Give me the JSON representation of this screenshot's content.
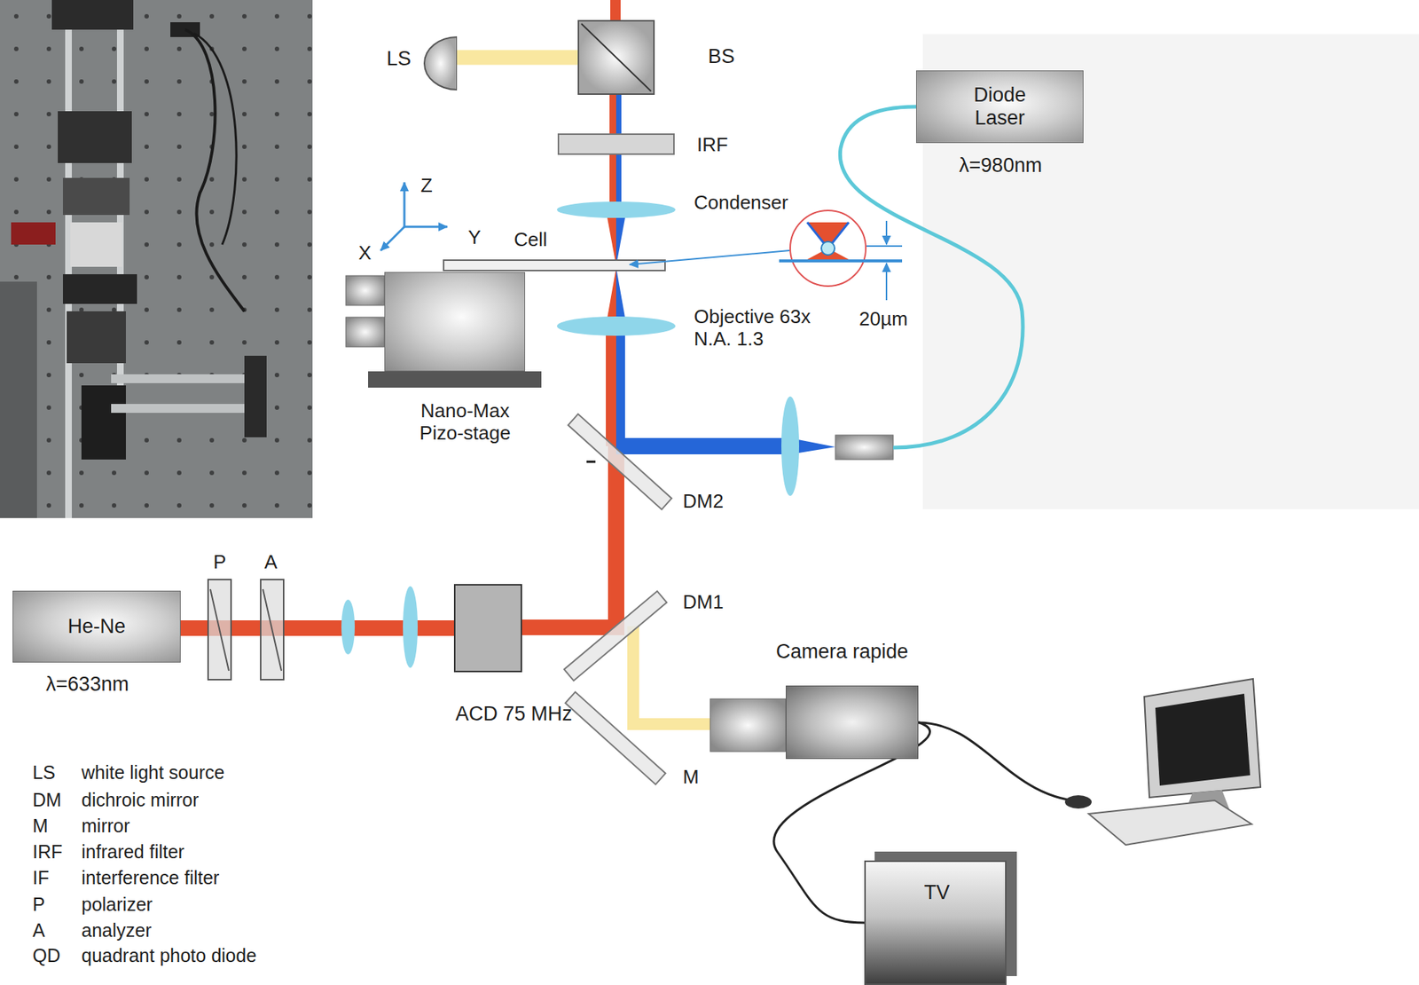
{
  "diagram": {
    "nodes": [
      {
        "text": [
          "LS"
        ]
      },
      {
        "text": [
          "BS"
        ]
      },
      {
        "text": [
          "Diode Laser",
          "λ=980nm"
        ]
      },
      {
        "text": [
          "Nano-Max Pizo-stage"
        ]
      },
      {
        "text": [
          "He-Ne",
          "λ=633nm"
        ]
      },
      {
        "text": [
          "ACD 75 MHz"
        ]
      },
      {
        "text": [
          "Camera rapide"
        ]
      },
      {
        "text": [
          "TV"
        ]
      }
    ],
    "edges": [
      {
        "from": 0,
        "to": 1,
        "arrow": "none"
      },
      {
        "from": 4,
        "to": 5,
        "arrow": "none"
      },
      {
        "from": 6,
        "to": 7,
        "arrow": "none"
      }
    ],
    "labels": [
      "IRF",
      "Condenser",
      "Z",
      "Y",
      "X",
      "Cell",
      "20µm",
      "Objective 63x N.A. 1.3",
      "DM2",
      "P",
      "A",
      "DM1",
      "M",
      "LS",
      "white light source",
      "DM",
      "dichroic mirror",
      "M",
      "mirror",
      "IRF",
      "infrared filter",
      "IF",
      "interference filter",
      "P",
      "polarizer",
      "A",
      "analyzer",
      "QD",
      "quadrant photo diode"
    ]
  }
}
